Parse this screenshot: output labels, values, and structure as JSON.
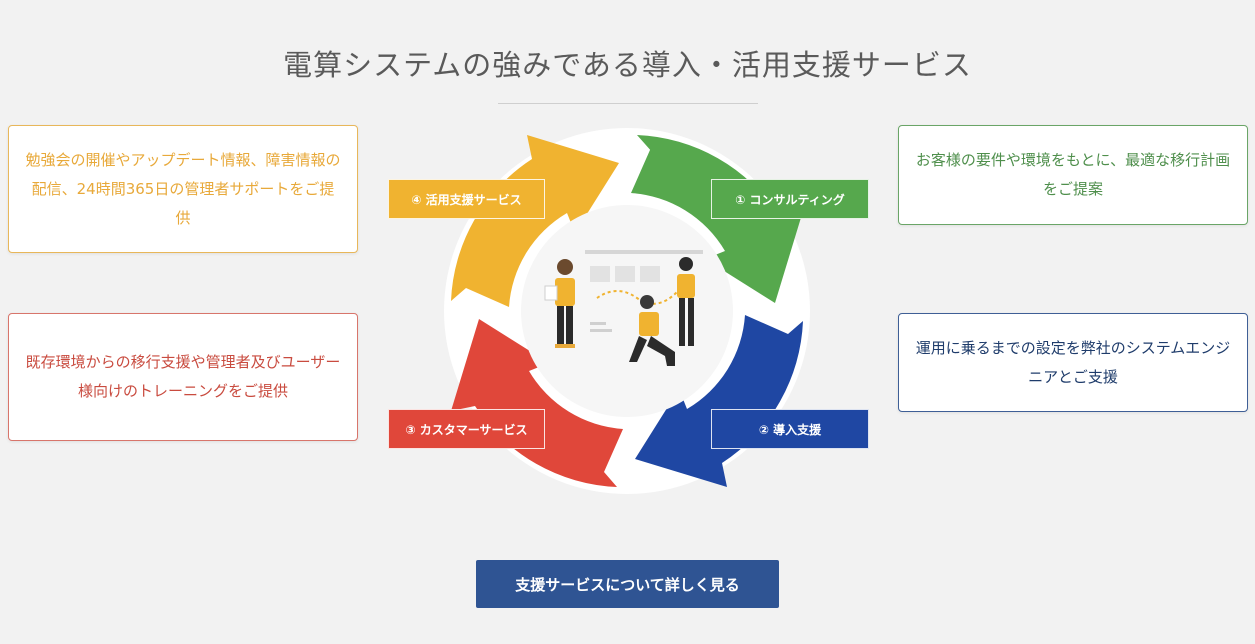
{
  "section": {
    "title": "電算システムの強みである導入・活用支援サービス"
  },
  "cards": {
    "top_left": "勉強会の開催やアップデート情報、障害情報の配信、24時間365日の管理者サポートをご提供",
    "bottom_left": "既存環境からの移行支援や管理者及びユーザー様向けのトレーニングをご提供",
    "top_right": "お客様の要件や環境をもとに、最適な移行計画をご提案",
    "bottom_right": "運用に乗るまでの設定を弊社のシステムエンジニアとご支援"
  },
  "diagram": {
    "phases": [
      {
        "label": "① コンサルティング",
        "color": "#56a84d"
      },
      {
        "label": "② 導入支援",
        "color": "#1f47a3"
      },
      {
        "label": "③ カスタマーサービス",
        "color": "#e0473a"
      },
      {
        "label": "④ 活用支援サービス",
        "color": "#f0b330"
      }
    ]
  },
  "cta": {
    "label": "支援サービスについて詳しく見る"
  }
}
